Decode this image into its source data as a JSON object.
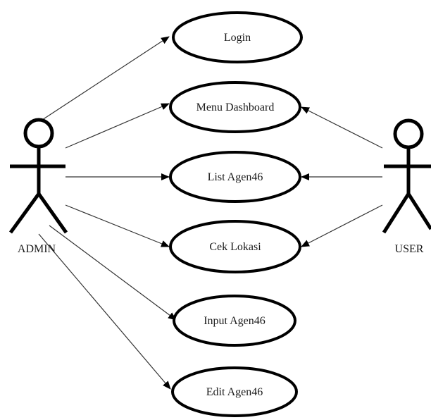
{
  "actors": [
    {
      "id": "admin",
      "label": "ADMIN"
    },
    {
      "id": "user",
      "label": "USER"
    }
  ],
  "use_cases": [
    {
      "id": "login",
      "label": "Login"
    },
    {
      "id": "menu_dashboard",
      "label": "Menu Dashboard"
    },
    {
      "id": "list_agen46",
      "label": "List Agen46"
    },
    {
      "id": "cek_lokasi",
      "label": "Cek Lokasi"
    },
    {
      "id": "input_agen46",
      "label": "Input Agen46"
    },
    {
      "id": "edit_agen46",
      "label": "Edit Agen46"
    }
  ],
  "associations": [
    {
      "from": "admin",
      "to": "login"
    },
    {
      "from": "admin",
      "to": "menu_dashboard"
    },
    {
      "from": "admin",
      "to": "list_agen46"
    },
    {
      "from": "admin",
      "to": "cek_lokasi"
    },
    {
      "from": "admin",
      "to": "input_agen46"
    },
    {
      "from": "admin",
      "to": "edit_agen46"
    },
    {
      "from": "user",
      "to": "menu_dashboard"
    },
    {
      "from": "user",
      "to": "list_agen46"
    },
    {
      "from": "user",
      "to": "cek_lokasi"
    }
  ],
  "colors": {
    "line": "#333333",
    "shape_stroke": "#000000",
    "background": "#ffffff"
  }
}
